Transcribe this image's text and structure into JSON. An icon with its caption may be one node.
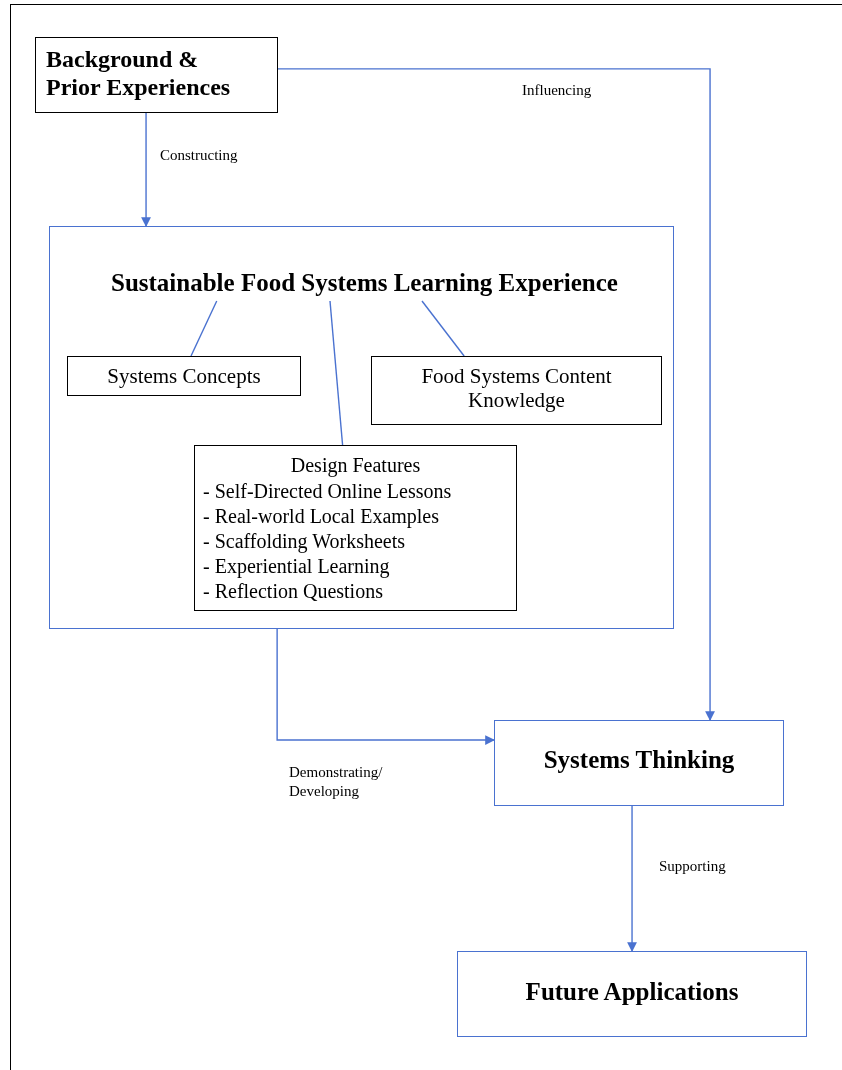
{
  "diagram": {
    "nodes": [
      {
        "text": [
          "Background & Prior Experiences"
        ]
      },
      {
        "text": [],
        "shape": "box"
      },
      {
        "text": [
          "Sustainable Food Systems Learning Experience"
        ],
        "in": 1
      },
      {
        "text": [
          "Systems Concepts"
        ],
        "in": 1
      },
      {
        "text": [
          "Food Systems Content Knowledge"
        ],
        "in": 1
      },
      {
        "text": [
          "Design Features",
          "- Self-Directed Online Lessons",
          "- Real-world Local Examples",
          "- Scaffolding Worksheets",
          "- Experiential Learning",
          "- Reflection Questions"
        ],
        "in": 1
      },
      {
        "text": [
          "Systems Thinking"
        ]
      },
      {
        "text": [
          "Future Applications"
        ]
      }
    ],
    "edges": [
      {
        "from": 0,
        "to": 1,
        "arrow": "to",
        "label": "Constructing"
      },
      {
        "from": 0,
        "to": 6,
        "arrow": "to",
        "label": "Influencing"
      },
      {
        "from": 1,
        "to": 6,
        "arrow": "to",
        "label": "Demonstrating/ Developing"
      },
      {
        "from": 6,
        "to": 7,
        "arrow": "to",
        "label": "Supporting"
      },
      {
        "from": 2,
        "to": 3,
        "arrow": "none"
      },
      {
        "from": 2,
        "to": 5,
        "arrow": "none"
      },
      {
        "from": 2,
        "to": 4,
        "arrow": "none"
      }
    ]
  }
}
